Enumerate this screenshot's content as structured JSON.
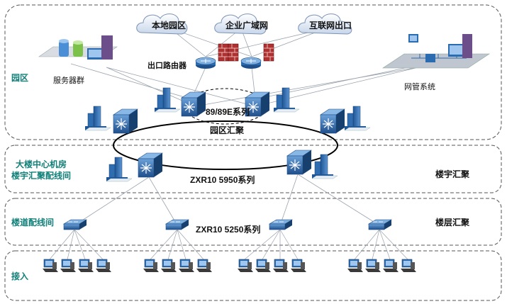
{
  "zones": {
    "campus": "园区",
    "building_center": [
      "大楼中心机房",
      "楼宇汇聚配线间"
    ],
    "floor_wiring": "楼道配线间",
    "access": "接入"
  },
  "right_labels": {
    "building_aggregation": "楼宇汇聚",
    "floor_aggregation": "楼层汇聚"
  },
  "clouds": [
    "本地园区",
    "企业广域网",
    "互联网出口"
  ],
  "captions": {
    "server_farm": "服务器群",
    "egress_router": "出口路由器",
    "nms": "网管系统",
    "core_series": "89/89E系列",
    "campus_aggregation": "园区汇聚"
  },
  "models": {
    "building_switch": "ZXR10  5950系列",
    "floor_switch": "ZXR10 5250系列"
  },
  "colors": {
    "zone_border": "#555555",
    "zone_label": "#0f7f78",
    "device_blue": "#2b6bb0",
    "firewall_red": "#b03030"
  }
}
